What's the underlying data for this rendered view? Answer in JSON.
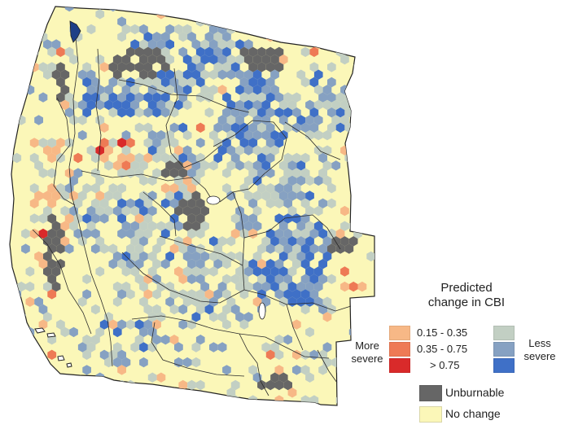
{
  "legend": {
    "title_line1": "Predicted",
    "title_line2": "change in CBI",
    "more_line1": "More",
    "more_line2": "severe",
    "less_line1": "Less",
    "less_line2": "severe",
    "ranges": [
      "0.15 - 0.35",
      "0.35 - 0.75",
      "> 0.75"
    ],
    "unburnable": "Unburnable",
    "no_change": "No change"
  },
  "colors": {
    "more_1": "#f7b886",
    "more_2": "#ee7a55",
    "more_3": "#d92a2a",
    "less_1": "#c2cfc3",
    "less_2": "#86a1c2",
    "less_3": "#3f70c7",
    "unburnable": "#666666",
    "no_change": "#fbf7b8",
    "boundary": "#222222",
    "water": "#ffffff"
  }
}
